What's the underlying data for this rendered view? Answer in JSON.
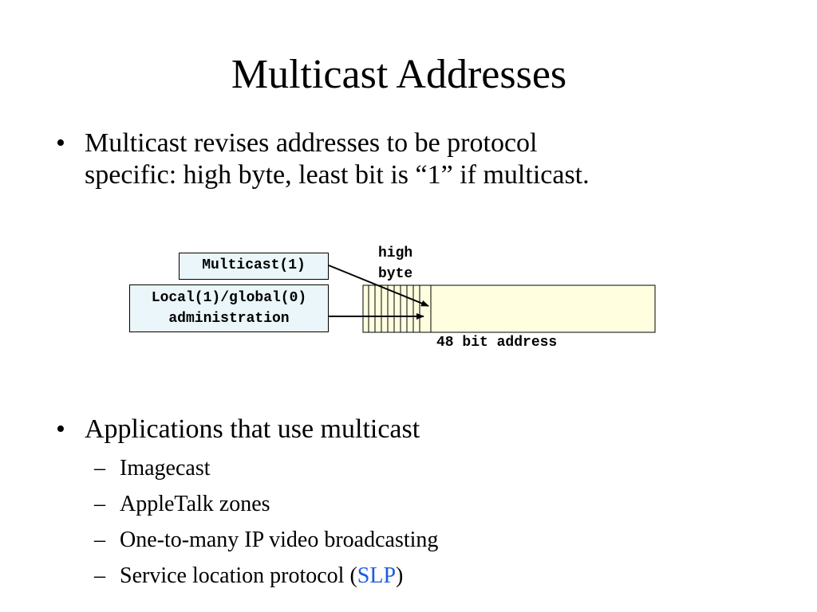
{
  "slide": {
    "title": "Multicast Addresses",
    "bullet_char": "•",
    "dash_char": "–",
    "bullet1": {
      "line1": "Multicast revises addresses to be protocol",
      "line2": "specific: high byte, least bit is “1” if multicast."
    },
    "bullet2": "Applications that use multicast",
    "subitems": {
      "imagecast": "Imagecast",
      "appletalk": "AppleTalk zones",
      "video": "One-to-many IP video broadcasting",
      "slp_prefix": "Service location protocol (",
      "slp_link": "SLP",
      "slp_suffix": ")"
    }
  },
  "diagram": {
    "multicast_box": "Multicast(1)",
    "local_global_line1": "Local(1)/global(0)",
    "local_global_line2": "administration",
    "high_label_1": "high",
    "high_label_2": "byte",
    "address_label": "48 bit address",
    "colors": {
      "box_fill": "#eaf6fa",
      "address_fill": "#ffffe0",
      "link": "#1a5de0"
    }
  }
}
